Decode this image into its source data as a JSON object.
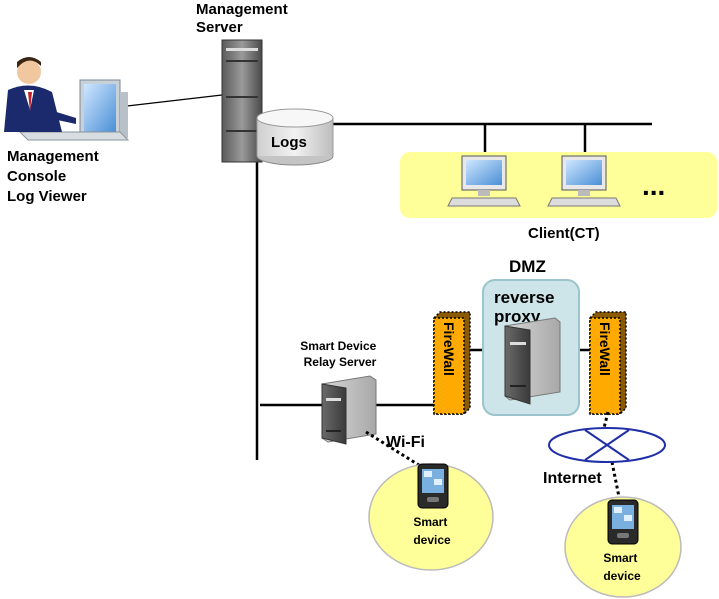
{
  "management_server": {
    "label_lines": [
      "Management",
      "Server"
    ]
  },
  "logs": {
    "label": "Logs"
  },
  "management_console": {
    "label_lines": [
      "Management",
      "Console",
      "Log Viewer"
    ]
  },
  "clients": {
    "ellipsis": "...",
    "label": "Client(CT)"
  },
  "dmz": {
    "label": "DMZ",
    "proxy_lines": [
      "reverse",
      "proxy"
    ]
  },
  "firewall": {
    "label": "FireWall"
  },
  "relay_server": {
    "label_lines": [
      "Smart Device",
      "Relay Server"
    ]
  },
  "wifi": {
    "label": "Wi-Fi"
  },
  "internet": {
    "label": "Internet"
  },
  "smart_device": {
    "label_lines": [
      "Smart",
      "device"
    ]
  },
  "colors": {
    "client_zone": "#ffff99",
    "dmz_fill": "#cde4e8",
    "dmz_border": "#9cc4cc",
    "firewall_fill": "#ffaa00",
    "bubble_fill": "#ffff99",
    "internet_ring": "#1f2fa8"
  }
}
